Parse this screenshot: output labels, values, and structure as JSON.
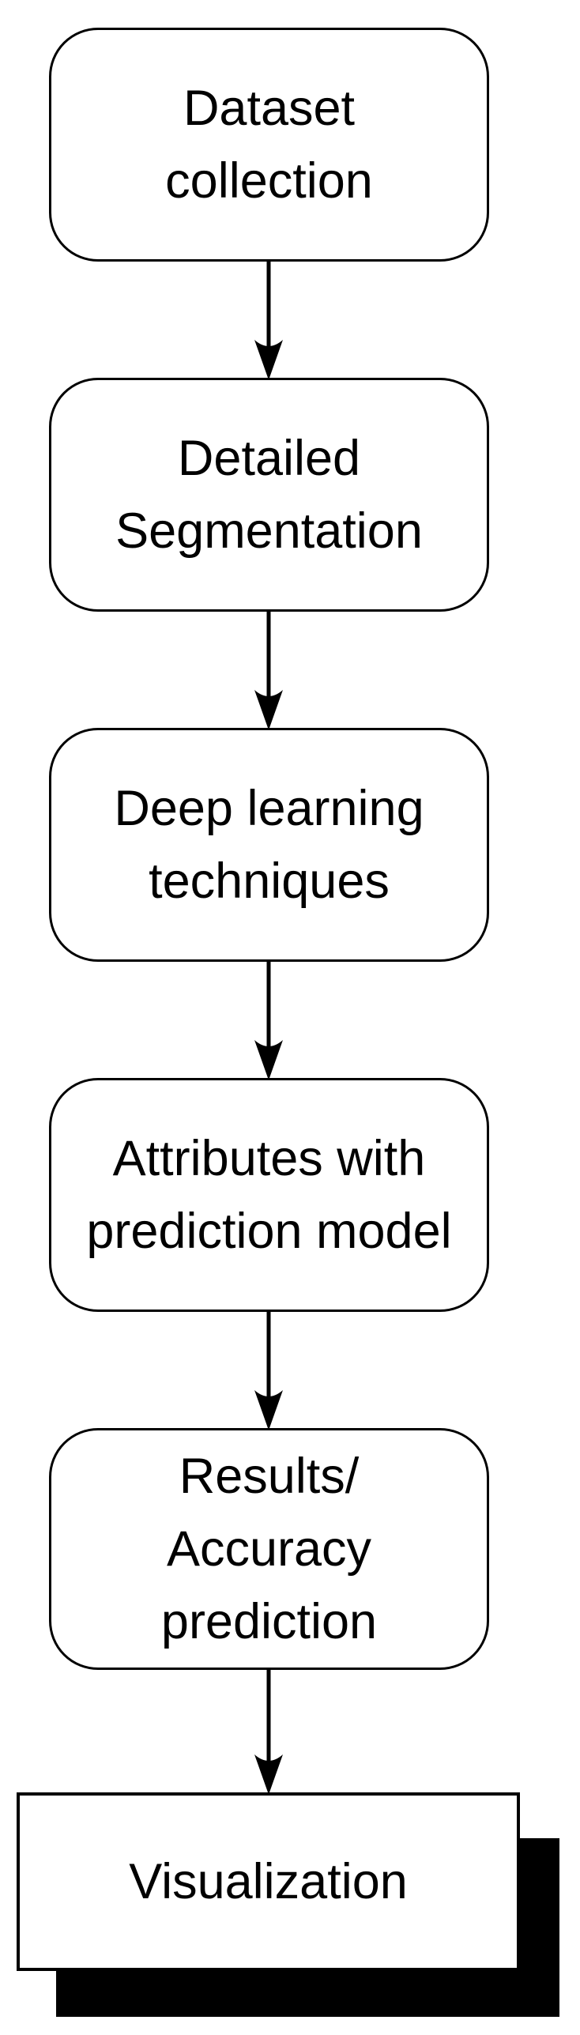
{
  "diagram": {
    "type": "flowchart",
    "direction": "top-to-bottom",
    "nodes": [
      {
        "id": "dataset-collection",
        "label": "Dataset\ncollection",
        "shape": "rounded-rectangle"
      },
      {
        "id": "detailed-segmentation",
        "label": "Detailed\nSegmentation",
        "shape": "rounded-rectangle"
      },
      {
        "id": "deep-learning-techniques",
        "label": "Deep learning\ntechniques",
        "shape": "rounded-rectangle"
      },
      {
        "id": "attributes-prediction-model",
        "label": "Attributes with\nprediction model",
        "shape": "rounded-rectangle"
      },
      {
        "id": "results-accuracy-prediction",
        "label": "Results/\nAccuracy\nprediction",
        "shape": "rounded-rectangle"
      },
      {
        "id": "visualization",
        "label": "Visualization",
        "shape": "rectangle-drop-shadow"
      }
    ],
    "connectors": [
      {
        "from": "dataset-collection",
        "to": "detailed-segmentation",
        "style": "arrow-down"
      },
      {
        "from": "detailed-segmentation",
        "to": "deep-learning-techniques",
        "style": "arrow-down"
      },
      {
        "from": "deep-learning-techniques",
        "to": "attributes-prediction-model",
        "style": "arrow-down"
      },
      {
        "from": "attributes-prediction-model",
        "to": "results-accuracy-prediction",
        "style": "arrow-down"
      },
      {
        "from": "results-accuracy-prediction",
        "to": "visualization",
        "style": "arrow-down"
      }
    ],
    "colors": {
      "background": "#ffffff",
      "node_fill": "#ffffff",
      "node_border": "#000000",
      "text": "#000000",
      "shadow": "#000000"
    }
  }
}
